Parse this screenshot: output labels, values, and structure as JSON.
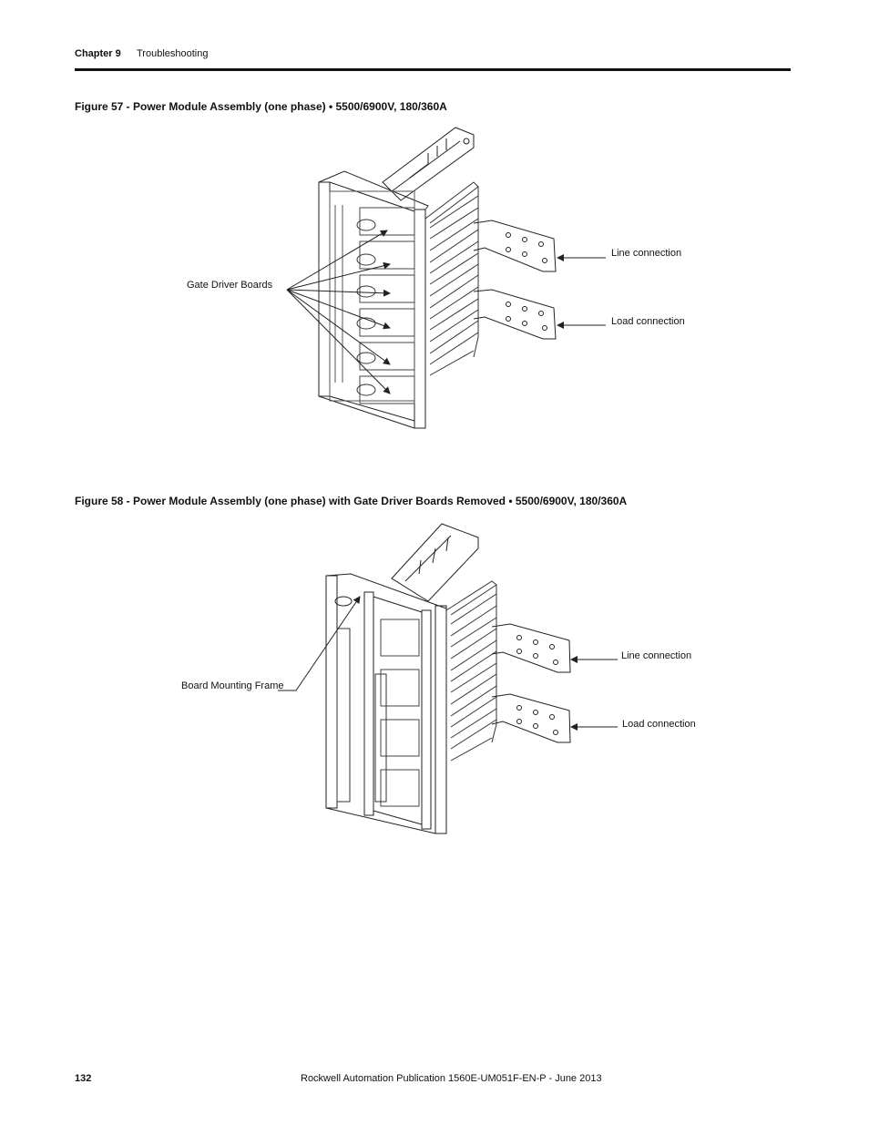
{
  "header": {
    "chapter": "Chapter 9",
    "section": "Troubleshooting"
  },
  "figure57": {
    "caption": "Figure 57 - Power Module Assembly (one phase) • 5500/6900V, 180/360A",
    "labels": {
      "gate_driver": "Gate Driver Boards",
      "line": "Line connection",
      "load": "Load connection"
    }
  },
  "figure58": {
    "caption": "Figure 58 - Power Module Assembly (one phase) with Gate Driver Boards Removed • 5500/6900V, 180/360A",
    "labels": {
      "frame": "Board Mounting Frame",
      "line": "Line connection",
      "load": "Load connection"
    }
  },
  "footer": {
    "page_number": "132",
    "publication": "Rockwell Automation Publication 1560E-UM051F-EN-P - June 2013"
  }
}
